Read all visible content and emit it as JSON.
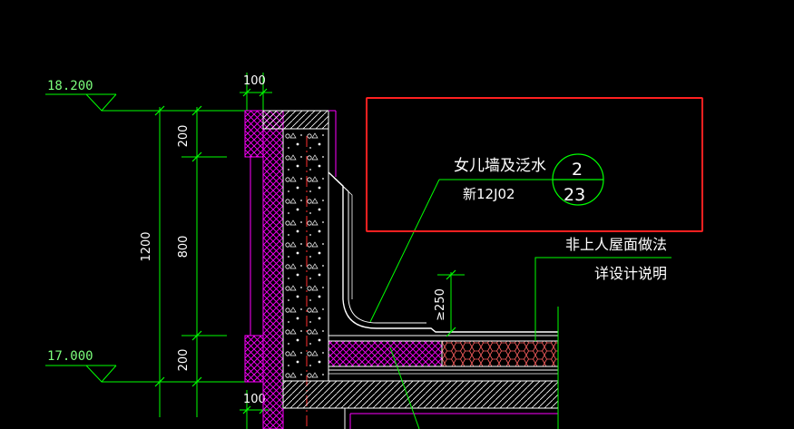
{
  "colors": {
    "background": "#000000",
    "dimension": "#00ff00",
    "wall": "#ff00ff",
    "structure": "#ffffff",
    "highlight": "#ff2020",
    "axis": "#ff3030"
  },
  "elevations": {
    "top": "18.200",
    "bottom": "17.000"
  },
  "dimensions": {
    "wall_width_top": "100",
    "wall_width_bottom": "100",
    "height_total": "1200",
    "segment_top": "200",
    "segment_middle": "800",
    "segment_bottom": "200",
    "flashing_height": "≥250"
  },
  "callout": {
    "title": "女儿墙及泛水",
    "reference": "新12J02",
    "detail_number": "2",
    "sheet_number": "23"
  },
  "roof_note": {
    "line1": "非上人屋面做法",
    "line2": "详设计说明"
  }
}
